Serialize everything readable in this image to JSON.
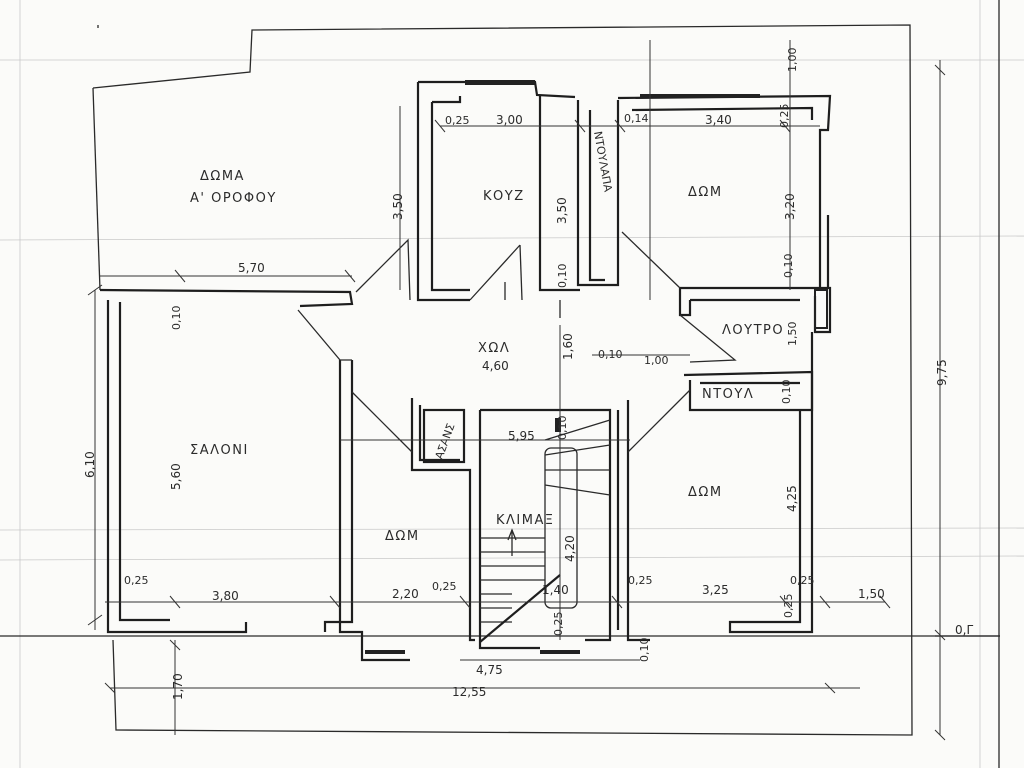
{
  "rooms": {
    "roof_terrace_line1": "ΔΩΜΑ",
    "roof_terrace_line2": "Α' ΟΡΟΦΟΥ",
    "kitchen": "ΚΟΥΖ",
    "bedroom_top_right": "ΔΩΜ",
    "bathroom": "ΛΟΥΤΡΟ",
    "wardrobe_top": "ΝΤΟΥΛΑΠΑ",
    "wardrobe_right": "ΝΤΟΥΛ",
    "hall": "ΧΩΛ",
    "living_room": "ΣΑΛΟΝΙ",
    "bedroom_center": "ΔΩΜ",
    "bedroom_right": "ΔΩΜ",
    "staircase": "ΚΛΙΜΑΞ",
    "elevator": "ΑΣΑΝΣ"
  },
  "dimensions": {
    "top_left_wall": "0,25",
    "kitchen_width": "3,00",
    "kitchen_height": "3,50",
    "kitchen_left_height": "3,50",
    "kitchen_sill": "0,10",
    "wardrobe_wall": "0,14",
    "bedroom_tr_width": "3,40",
    "bedroom_tr_wall": "0,25",
    "bedroom_tr_height": "3,20",
    "bedroom_tr_wall2": "0,10",
    "top_offset": "1,00",
    "roof_width": "5,70",
    "living_wall_top": "0,10",
    "hall_width": "4,60",
    "hall_height": "1,60",
    "hall_bath_wall": "0,10",
    "hall_bath_width": "1,00",
    "bath_height": "1,50",
    "wardrobe_r_wall": "0,10",
    "stair_shaft": "5,95",
    "stair_wall": "0,10",
    "living_height": "5,60",
    "left_total": "6,10",
    "stair_height": "4,20",
    "bedroom_r_height": "4,25",
    "living_wall_bottom": "0,25",
    "living_width": "3,80",
    "bedroom_c_width": "2,20",
    "bedroom_c_wall": "0,25",
    "stair_landing": "1,40",
    "bedroom_r_wall": "0,25",
    "bedroom_r_width": "3,25",
    "right_wall": "0,25",
    "right_wall2": "0,25",
    "balcony_right": "1,50",
    "stair_bottom_wall": "0,25",
    "stair_bottom_wall2": "0,10",
    "stair_width": "4,75",
    "total_width": "12,55",
    "balcony_depth": "1,70",
    "total_height": "9,75",
    "ground_level": "0,Γ"
  }
}
